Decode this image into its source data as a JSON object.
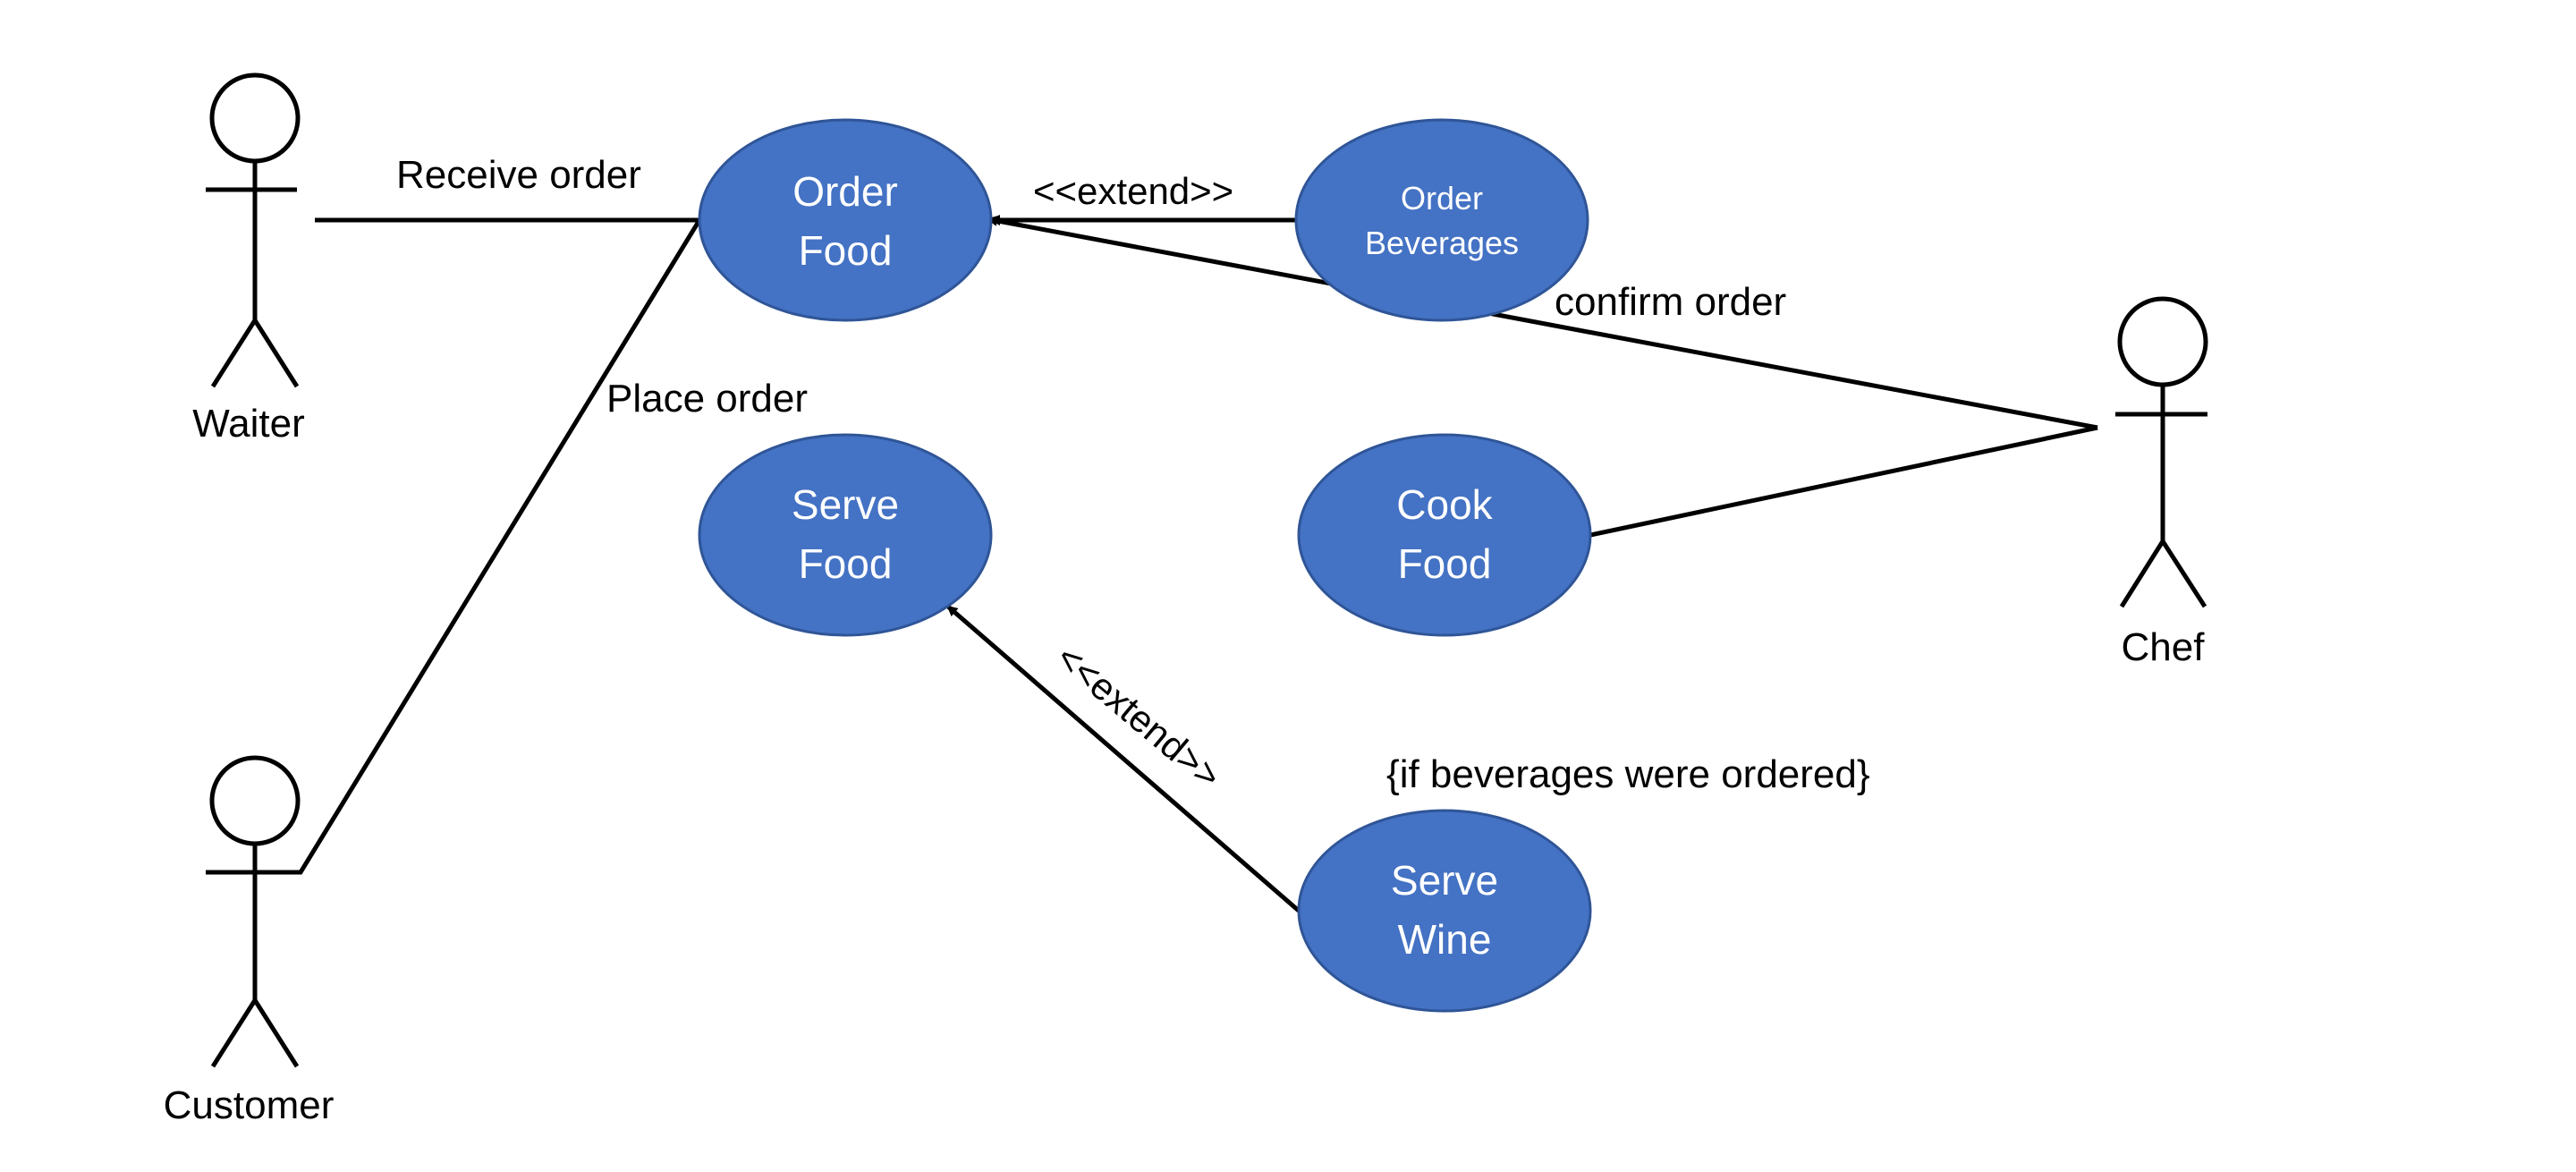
{
  "colors": {
    "usecase_fill": "#4472C4",
    "usecase_stroke": "#2F5597",
    "line": "#000000",
    "usecase_text": "#FFFFFF"
  },
  "actors": {
    "waiter": "Waiter",
    "customer": "Customer",
    "chef": "Chef"
  },
  "usecases": {
    "order_food": [
      "Order",
      "Food"
    ],
    "order_beverages": [
      "Order",
      "Beverages"
    ],
    "serve_food": [
      "Serve",
      "Food"
    ],
    "cook_food": [
      "Cook",
      "Food"
    ],
    "serve_wine": [
      "Serve",
      "Wine"
    ]
  },
  "relations": {
    "receive_order": "Receive order",
    "place_order": "Place order",
    "confirm_order": "confirm order",
    "extend_beverages": "<<extend>>",
    "extend_wine": "<<extend>>",
    "condition": "{if beverages were ordered}"
  }
}
